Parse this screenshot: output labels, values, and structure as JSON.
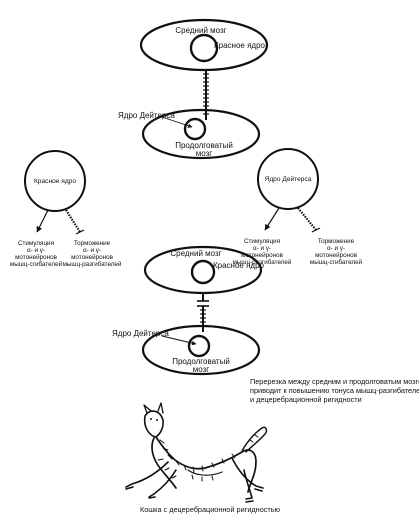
{
  "top_diagram": {
    "midbrain_label": "Средний мозг",
    "red_nucleus_label": "Красное ядро",
    "deiters_label": "Ядро Дейтерса",
    "medulla_label_line1": "Продолговатый",
    "medulla_label_line2": "мозг"
  },
  "left_branch": {
    "circle_label": "Красное ядро",
    "stimulation": [
      "Стимуляция",
      "α- и γ-",
      "мотонейронов",
      "мышц-сгибателей"
    ],
    "inhibition": [
      "Торможение",
      "α- и γ-",
      "мотонейронов",
      "мышц-разгибателей"
    ]
  },
  "right_branch": {
    "circle_label": "Ядро Дейтерса",
    "stimulation": [
      "Стимуляция",
      "α- и γ-",
      "мотонейронов",
      "мышц-разгибателей"
    ],
    "inhibition": [
      "Торможение",
      "α- и γ-",
      "мотонейронов",
      "мышц-сгибателей"
    ]
  },
  "bottom_diagram": {
    "midbrain_label": "Средний мозг",
    "red_nucleus_label": "Красное ядро",
    "deiters_label": "Ядро Дейтерса",
    "medulla_label_line1": "Продолговатый",
    "medulla_label_line2": "мозг"
  },
  "transection_text": [
    "Перерезка между средним и продолговатым мозгом",
    "приводит к повышению тонуса мышц-разгибателей",
    "и децеребрационной ригидности"
  ],
  "cat_caption": "Кошка с децеребрационной ригидностью"
}
